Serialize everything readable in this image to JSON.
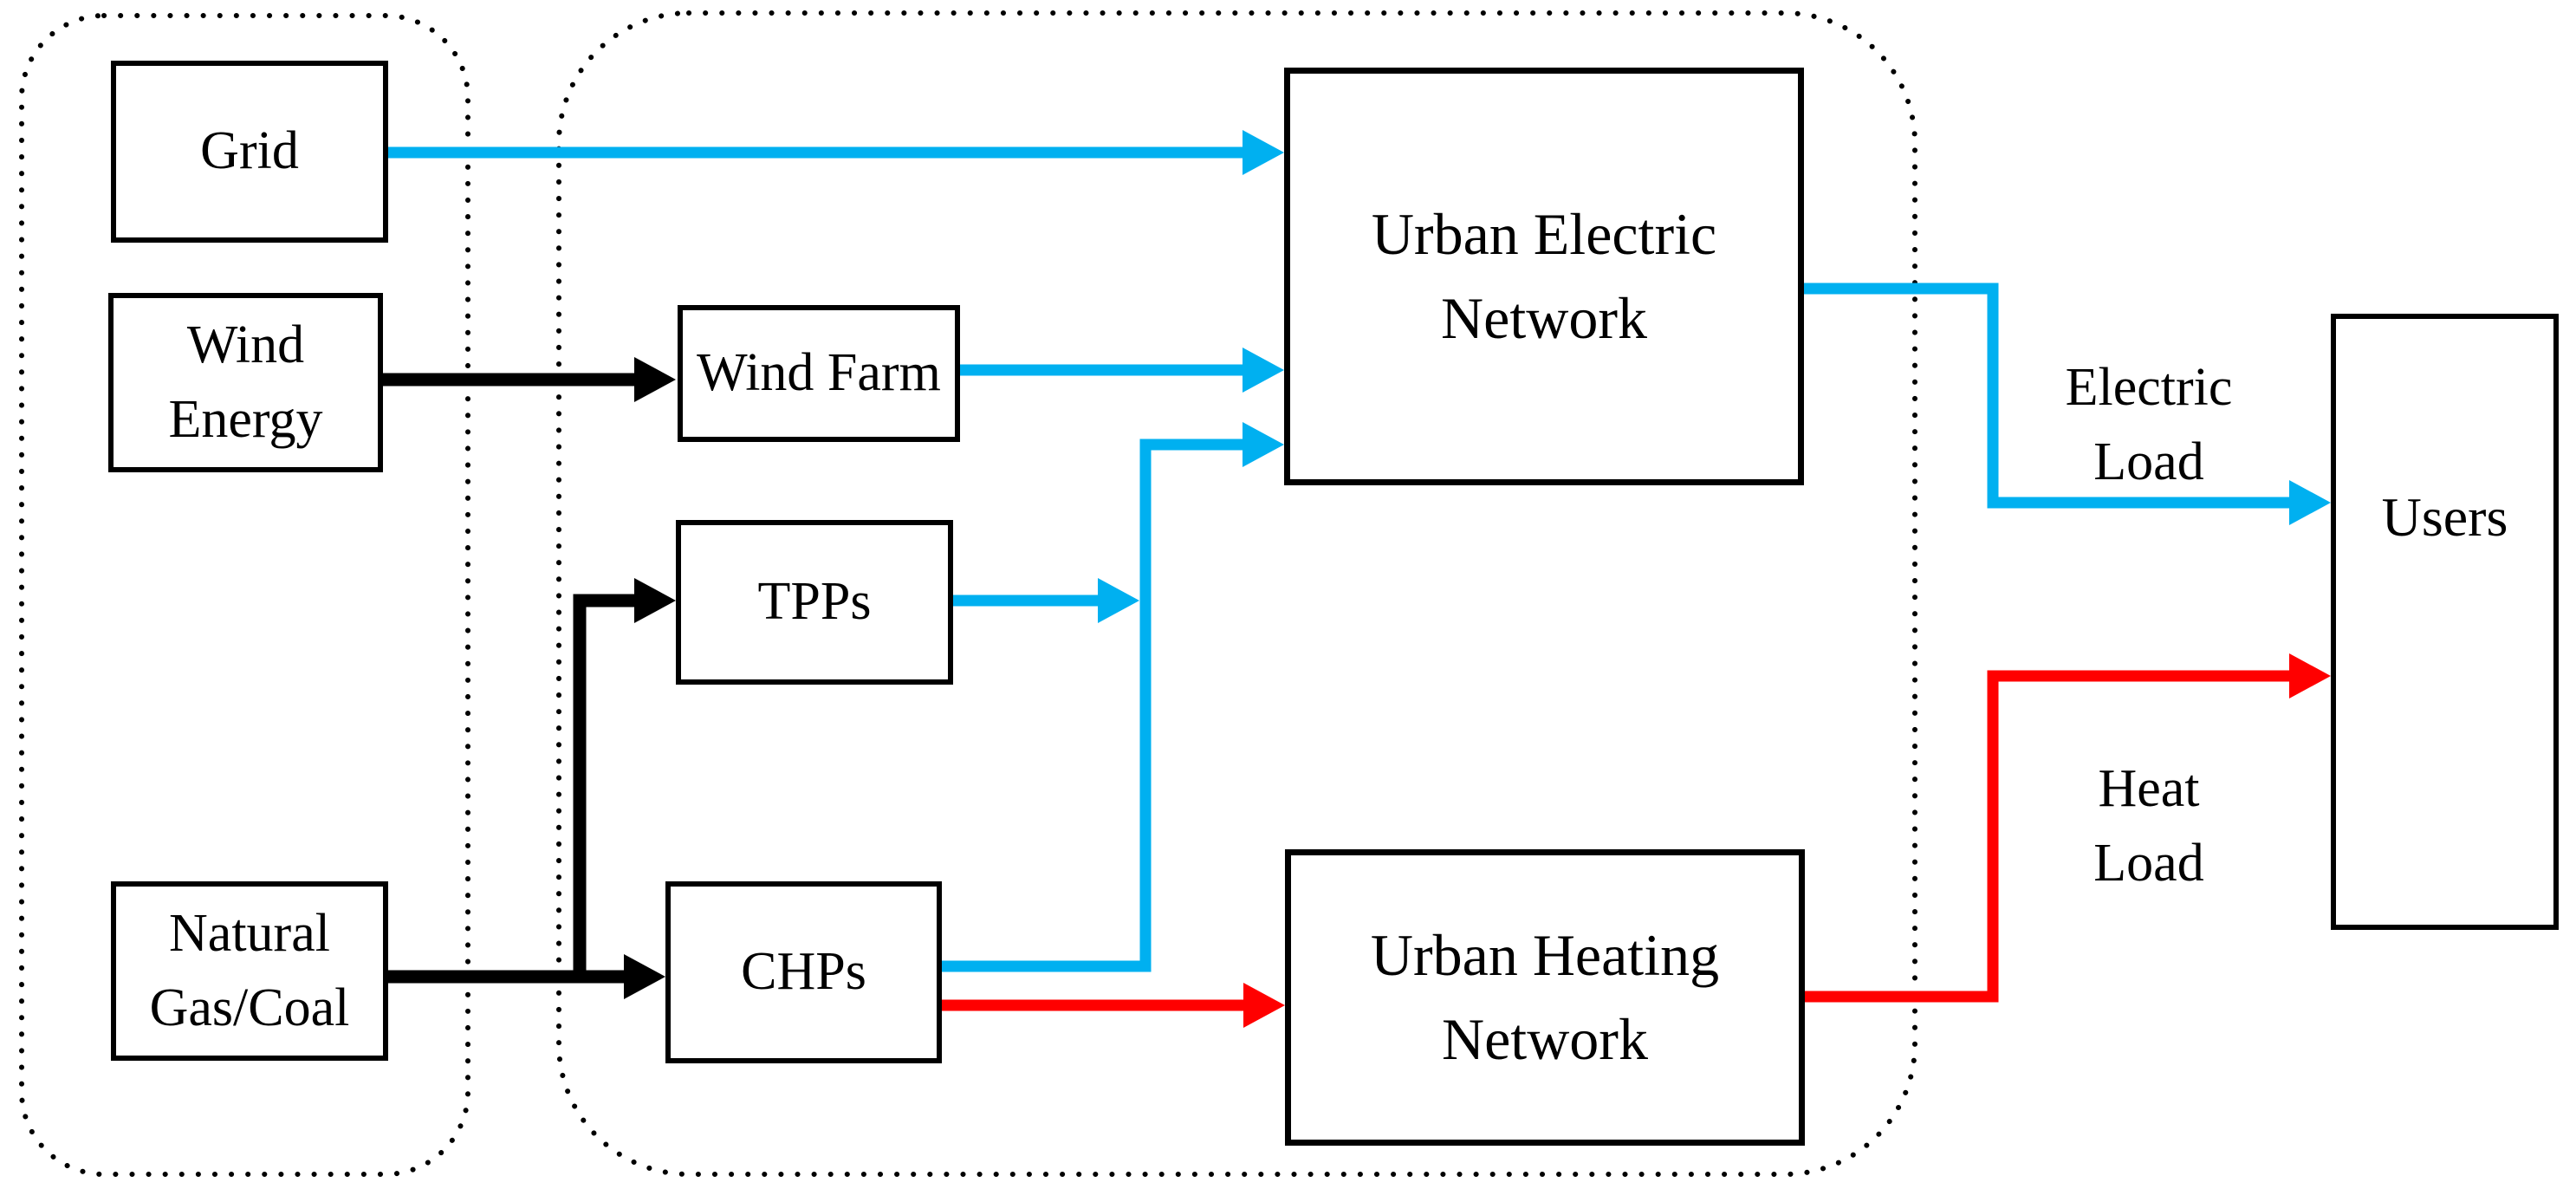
{
  "colors": {
    "electric_flow": "#00B0F0",
    "heat_flow": "#FF0000",
    "fuel_flow": "#000000",
    "node_border": "#000000",
    "background": "#FFFFFF"
  },
  "nodes": {
    "grid": {
      "label": "Grid"
    },
    "wind_energy": {
      "label": "Wind\nEnergy"
    },
    "natural_gas_coal": {
      "label": "Natural\nGas/Coal"
    },
    "wind_farm": {
      "label": "Wind Farm"
    },
    "tpps": {
      "label": "TPPs"
    },
    "chps": {
      "label": "CHPs"
    },
    "urban_electric_network": {
      "label": "Urban Electric\nNetwork"
    },
    "urban_heating_network": {
      "label": "Urban Heating\nNetwork"
    },
    "users": {
      "label": "Users"
    }
  },
  "flow_labels": {
    "electric_load": "Electric\nLoad",
    "heat_load": "Heat\nLoad"
  },
  "edges": [
    {
      "from": "Grid",
      "to": "Urban Electric Network",
      "type": "electric"
    },
    {
      "from": "Wind Energy",
      "to": "Wind Farm",
      "type": "fuel"
    },
    {
      "from": "Wind Farm",
      "to": "Urban Electric Network",
      "type": "electric"
    },
    {
      "from": "Natural Gas/Coal",
      "to": "TPPs",
      "type": "fuel"
    },
    {
      "from": "Natural Gas/Coal",
      "to": "CHPs",
      "type": "fuel"
    },
    {
      "from": "TPPs",
      "to": "Urban Electric Network",
      "type": "electric"
    },
    {
      "from": "CHPs",
      "to": "Urban Electric Network",
      "type": "electric"
    },
    {
      "from": "CHPs",
      "to": "Urban Heating Network",
      "type": "heat"
    },
    {
      "from": "Urban Electric Network",
      "to": "Users",
      "type": "electric",
      "label": "Electric Load"
    },
    {
      "from": "Urban Heating Network",
      "to": "Users",
      "type": "heat",
      "label": "Heat Load"
    }
  ]
}
